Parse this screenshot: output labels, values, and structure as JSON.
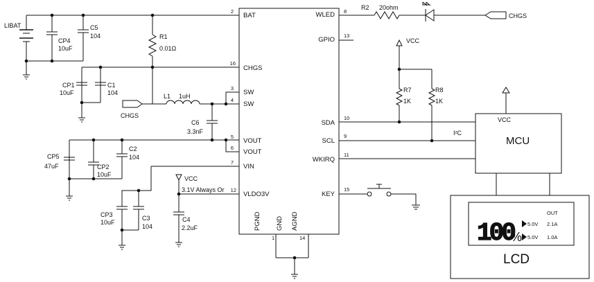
{
  "ic": {
    "pins": {
      "bat": "BAT",
      "chgs": "CHGS",
      "sw1": "SW",
      "sw2": "SW",
      "vout1": "VOUT",
      "vout2": "VOUT",
      "vin": "VIN",
      "vldo": "VLDO3V",
      "wled": "WLED",
      "gpio": "GPIO",
      "sda": "SDA",
      "scl": "SCL",
      "wkirq": "WKIRQ",
      "key": "KEY",
      "pgnd": "PGND",
      "gnd": "GND",
      "agnd": "AGND"
    },
    "pin_numbers": {
      "bat": "2",
      "chgs": "16",
      "sw1": "3",
      "sw2": "4",
      "vout1": "5",
      "vout2": "6",
      "vin": "7",
      "vldo": "12",
      "wled": "8",
      "gpio": "13",
      "sda": "10",
      "scl": "9",
      "wkirq": "11",
      "key": "15",
      "bottom_left": "1",
      "bottom_right": "14"
    }
  },
  "components": {
    "libat": "LIBAT",
    "cp4": {
      "name": "CP4",
      "value": "10uF"
    },
    "c5": {
      "name": "C5",
      "value": "104"
    },
    "r1": {
      "name": "R1",
      "value": "0.01Ω"
    },
    "cp1": {
      "name": "CP1",
      "value": "10uF"
    },
    "c1": {
      "name": "C1",
      "value": "104"
    },
    "l1": {
      "name": "L1",
      "value": "1uH"
    },
    "chgs_in": "CHGS",
    "c6": {
      "name": "C6",
      "value": "3.3nF"
    },
    "cp5": {
      "name": "CP5",
      "value": "47uF"
    },
    "cp2": {
      "name": "CP2",
      "value": "10uF"
    },
    "c2": {
      "name": "C2",
      "value": "104"
    },
    "cp3": {
      "name": "CP3",
      "value": "10uF"
    },
    "c3": {
      "name": "C3",
      "value": "104"
    },
    "c4": {
      "name": "C4",
      "value": "2.2uF"
    },
    "vcc_ldo": "VCC",
    "always_on": "3.1V Always Or",
    "r2": {
      "name": "R2",
      "value": "20ohm"
    },
    "chgs_out": "CHGS",
    "vcc_pullup": "VCC",
    "r7": {
      "name": "R7",
      "value": "1K"
    },
    "r8": {
      "name": "R8",
      "value": "1K"
    },
    "i2c": "I²C",
    "mcu": {
      "name": "MCU",
      "vcc": "VCC"
    }
  },
  "lcd": {
    "label": "LCD",
    "percent_digits": "100",
    "percent_sign": "%",
    "out_header": "OUT",
    "rows": [
      {
        "voltage": "5.0V",
        "current": "2.1A"
      },
      {
        "voltage": "5.0V",
        "current": "1.0A"
      }
    ]
  }
}
